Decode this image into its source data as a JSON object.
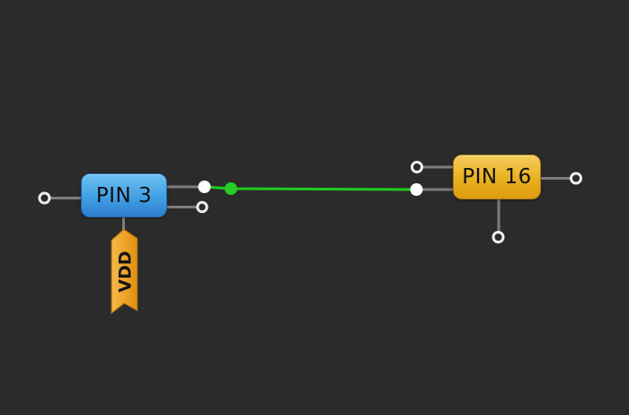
{
  "canvas": {
    "type": "schematic-canvas",
    "background_color": "#2b2b2b"
  },
  "nodes": [
    {
      "id": "pin3",
      "label": "PIN 3",
      "accent_color_top": "#6ec0f2",
      "accent_color_bottom": "#2e7ed0",
      "ports": [
        {
          "side": "left",
          "state": "open"
        },
        {
          "side": "right-top",
          "state": "connected"
        },
        {
          "side": "right-bottom",
          "state": "open"
        },
        {
          "side": "bottom",
          "state": "net-flag"
        }
      ]
    },
    {
      "id": "pin16",
      "label": "PIN 16",
      "accent_color_top": "#f5cd5e",
      "accent_color_bottom": "#dd9d0e",
      "ports": [
        {
          "side": "left-top",
          "state": "open"
        },
        {
          "side": "left-bottom",
          "state": "connected"
        },
        {
          "side": "right",
          "state": "open"
        },
        {
          "side": "bottom",
          "state": "open"
        }
      ]
    }
  ],
  "flags": [
    {
      "label": "VDD",
      "attached_to": "pin3",
      "color_light": "#f6ba4a",
      "color_dark": "#df8e12"
    }
  ],
  "wires": [
    {
      "from": "pin3.right-top",
      "to": "pin16.left-bottom",
      "color": "#1fcb1f",
      "has_junction_dot": true
    }
  ],
  "colors": {
    "port_line": "#7d7d7d",
    "port_ring": "#ededed",
    "connected_dot": "#ffffff",
    "wire_green": "#1fcb1f",
    "node_text": "#0e0e0e"
  }
}
